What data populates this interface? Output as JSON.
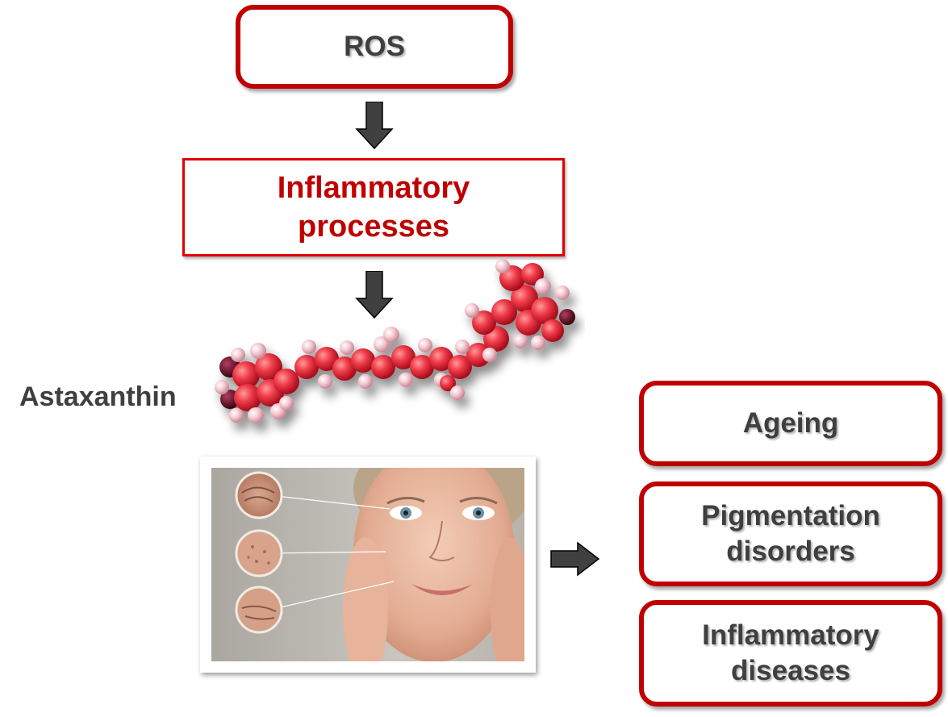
{
  "diagram": {
    "top_box": {
      "label": "ROS"
    },
    "middle_box": {
      "line1": "Inflammatory",
      "line2": "processes"
    },
    "molecule": {
      "label": "Astaxanthin"
    },
    "outcomes": [
      {
        "line1": "Ageing"
      },
      {
        "line1": "Pigmentation",
        "line2": "disorders"
      },
      {
        "line1": "Inflammatory",
        "line2": "diseases"
      }
    ],
    "colors": {
      "accent_red": "#c00000",
      "text_gray": "#3f3f3f",
      "arrow_gray": "#404040"
    },
    "icons": [
      "down-arrow-icon",
      "right-arrow-icon",
      "astaxanthin-molecule-icon",
      "skin-face-photo"
    ]
  }
}
